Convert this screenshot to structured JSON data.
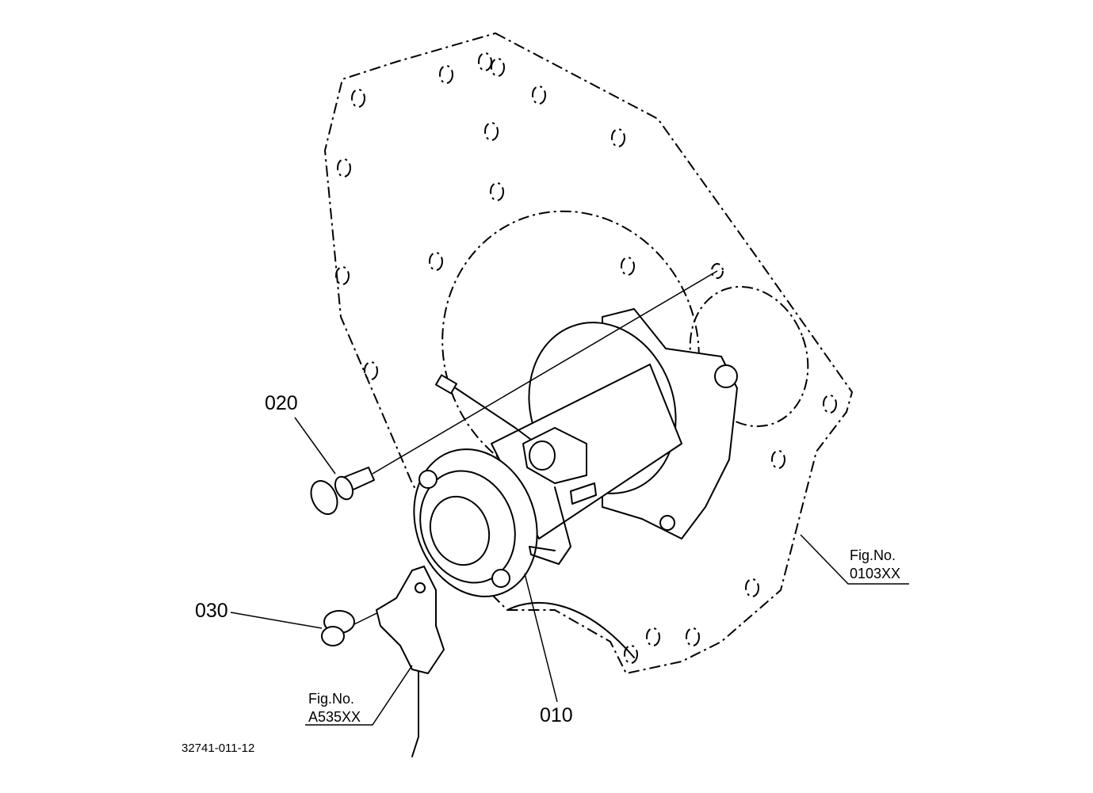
{
  "callouts": {
    "part_010": "010",
    "part_020": "020",
    "part_030": "030"
  },
  "figure_refs": {
    "plate": {
      "label": "Fig.No.",
      "number": "0103XX"
    },
    "terminal": {
      "label": "Fig.No.",
      "number": "A535XX"
    }
  },
  "document_id": "32741-011-12"
}
